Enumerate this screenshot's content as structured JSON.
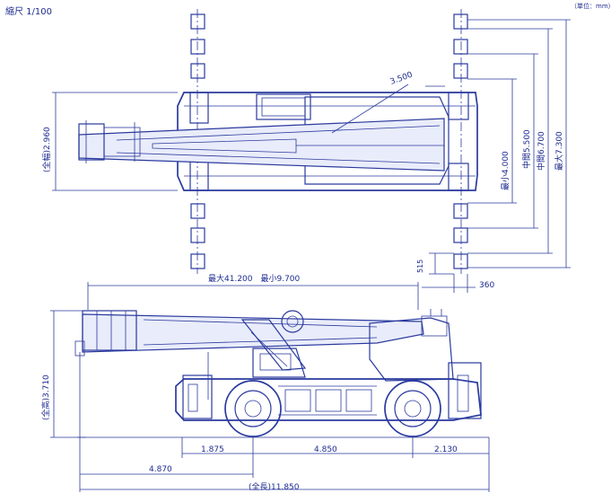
{
  "scale_label": "縮尺 1/100",
  "unit_label": "（単位：mm）",
  "outrigger_dims": {
    "min": "最小4.000",
    "mid1": "中間5.500",
    "mid2": "中間6.700",
    "max": "最大7.300"
  },
  "full_width": "(全幅)2.960",
  "boom_extension": "3.500",
  "dim_515": "515",
  "dim_360": "360",
  "boom_length": "最大41.200　最小9.700",
  "full_height": "(全高)3.710",
  "dims_bottom": {
    "front_overhang": "1.875",
    "wheelbase": "4.850",
    "rear_overhang": "2.130",
    "boom_front": "4.870",
    "full_length": "(全長)11.850"
  },
  "colors": {
    "line": "#2a3a9e",
    "text": "#1d2b8f"
  }
}
